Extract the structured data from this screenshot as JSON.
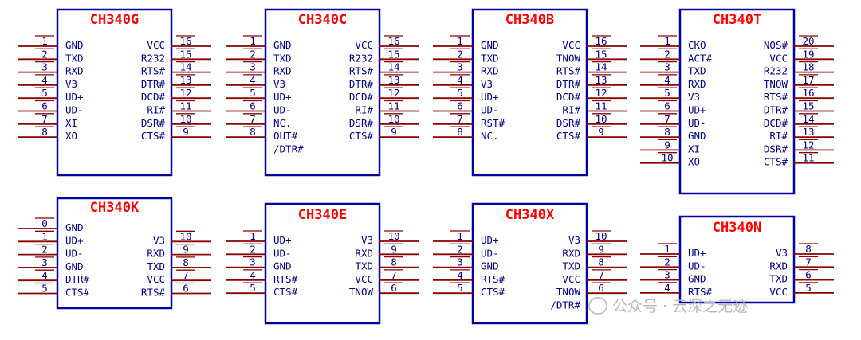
{
  "colors": {
    "title": "#ff0000",
    "text": "#000080",
    "pin": "#8b0000",
    "body": "#0000a0",
    "watermark": "#b8b8b8"
  },
  "chips": [
    {
      "title": "CH340G",
      "left": [
        {
          "num": "1",
          "name": "GND"
        },
        {
          "num": "2",
          "name": "TXD"
        },
        {
          "num": "3",
          "name": "RXD"
        },
        {
          "num": "4",
          "name": "V3"
        },
        {
          "num": "5",
          "name": "UD+"
        },
        {
          "num": "6",
          "name": "UD-"
        },
        {
          "num": "7",
          "name": "XI"
        },
        {
          "num": "8",
          "name": "XO"
        }
      ],
      "right": [
        {
          "num": "16",
          "name": "VCC"
        },
        {
          "num": "15",
          "name": "R232"
        },
        {
          "num": "14",
          "name": "RTS#"
        },
        {
          "num": "13",
          "name": "DTR#"
        },
        {
          "num": "12",
          "name": "DCD#"
        },
        {
          "num": "11",
          "name": "RI#"
        },
        {
          "num": "10",
          "name": "DSR#"
        },
        {
          "num": "9",
          "name": "CTS#"
        }
      ]
    },
    {
      "title": "CH340C",
      "left": [
        {
          "num": "1",
          "name": "GND"
        },
        {
          "num": "2",
          "name": "TXD"
        },
        {
          "num": "3",
          "name": "RXD"
        },
        {
          "num": "4",
          "name": "V3"
        },
        {
          "num": "5",
          "name": "UD+"
        },
        {
          "num": "6",
          "name": "UD-"
        },
        {
          "num": "7",
          "name": "NC."
        },
        {
          "num": "8",
          "name": "OUT#"
        }
      ],
      "right": [
        {
          "num": "16",
          "name": "VCC"
        },
        {
          "num": "15",
          "name": "R232"
        },
        {
          "num": "14",
          "name": "RTS#"
        },
        {
          "num": "13",
          "name": "DTR#"
        },
        {
          "num": "12",
          "name": "DCD#"
        },
        {
          "num": "11",
          "name": "RI#"
        },
        {
          "num": "10",
          "name": "DSR#"
        },
        {
          "num": "9",
          "name": "CTS#"
        }
      ],
      "extra": "/DTR#"
    },
    {
      "title": "CH340B",
      "left": [
        {
          "num": "1",
          "name": "GND"
        },
        {
          "num": "2",
          "name": "TXD"
        },
        {
          "num": "3",
          "name": "RXD"
        },
        {
          "num": "4",
          "name": "V3"
        },
        {
          "num": "5",
          "name": "UD+"
        },
        {
          "num": "6",
          "name": "UD-"
        },
        {
          "num": "7",
          "name": "RST#"
        },
        {
          "num": "8",
          "name": "NC."
        }
      ],
      "right": [
        {
          "num": "16",
          "name": "VCC"
        },
        {
          "num": "15",
          "name": "TNOW"
        },
        {
          "num": "14",
          "name": "RTS#"
        },
        {
          "num": "13",
          "name": "DTR#"
        },
        {
          "num": "12",
          "name": "DCD#"
        },
        {
          "num": "11",
          "name": "RI#"
        },
        {
          "num": "10",
          "name": "DSR#"
        },
        {
          "num": "9",
          "name": "CTS#"
        }
      ]
    },
    {
      "title": "CH340T",
      "left": [
        {
          "num": "1",
          "name": "CKO"
        },
        {
          "num": "2",
          "name": "ACT#"
        },
        {
          "num": "3",
          "name": "TXD"
        },
        {
          "num": "4",
          "name": "RXD"
        },
        {
          "num": "5",
          "name": "V3"
        },
        {
          "num": "6",
          "name": "UD+"
        },
        {
          "num": "7",
          "name": "UD-"
        },
        {
          "num": "8",
          "name": "GND"
        },
        {
          "num": "9",
          "name": "XI"
        },
        {
          "num": "10",
          "name": "XO"
        }
      ],
      "right": [
        {
          "num": "20",
          "name": "NOS#"
        },
        {
          "num": "19",
          "name": "VCC"
        },
        {
          "num": "18",
          "name": "R232"
        },
        {
          "num": "17",
          "name": "TNOW"
        },
        {
          "num": "16",
          "name": "RTS#"
        },
        {
          "num": "15",
          "name": "DTR#"
        },
        {
          "num": "14",
          "name": "DCD#"
        },
        {
          "num": "13",
          "name": "RI#"
        },
        {
          "num": "12",
          "name": "DSR#"
        },
        {
          "num": "11",
          "name": "CTS#"
        }
      ]
    },
    {
      "title": "CH340K",
      "left": [
        {
          "num": "0",
          "name": "GND"
        },
        {
          "num": "1",
          "name": "UD+"
        },
        {
          "num": "2",
          "name": "UD-"
        },
        {
          "num": "3",
          "name": "GND"
        },
        {
          "num": "4",
          "name": "DTR#"
        },
        {
          "num": "5",
          "name": "CTS#"
        }
      ],
      "right": [
        {
          "num": "",
          "name": ""
        },
        {
          "num": "10",
          "name": "V3"
        },
        {
          "num": "9",
          "name": "RXD"
        },
        {
          "num": "8",
          "name": "TXD"
        },
        {
          "num": "7",
          "name": "VCC"
        },
        {
          "num": "6",
          "name": "RTS#"
        }
      ]
    },
    {
      "title": "CH340E",
      "left": [
        {
          "num": "1",
          "name": "UD+"
        },
        {
          "num": "2",
          "name": "UD-"
        },
        {
          "num": "3",
          "name": "GND"
        },
        {
          "num": "4",
          "name": "RTS#"
        },
        {
          "num": "5",
          "name": "CTS#"
        }
      ],
      "right": [
        {
          "num": "10",
          "name": "V3"
        },
        {
          "num": "9",
          "name": "RXD"
        },
        {
          "num": "8",
          "name": "TXD"
        },
        {
          "num": "7",
          "name": "VCC"
        },
        {
          "num": "6",
          "name": "TNOW"
        }
      ]
    },
    {
      "title": "CH340X",
      "left": [
        {
          "num": "1",
          "name": "UD+"
        },
        {
          "num": "2",
          "name": "UD-"
        },
        {
          "num": "3",
          "name": "GND"
        },
        {
          "num": "4",
          "name": "RTS#"
        },
        {
          "num": "5",
          "name": "CTS#"
        }
      ],
      "right": [
        {
          "num": "10",
          "name": "V3"
        },
        {
          "num": "9",
          "name": "RXD"
        },
        {
          "num": "8",
          "name": "TXD"
        },
        {
          "num": "7",
          "name": "VCC"
        },
        {
          "num": "6",
          "name": "TNOW"
        }
      ],
      "extra": "/DTR#"
    },
    {
      "title": "CH340N",
      "left": [
        {
          "num": "1",
          "name": "UD+"
        },
        {
          "num": "2",
          "name": "UD-"
        },
        {
          "num": "3",
          "name": "GND"
        },
        {
          "num": "4",
          "name": "RTS#"
        }
      ],
      "right": [
        {
          "num": "8",
          "name": "V3"
        },
        {
          "num": "7",
          "name": "RXD"
        },
        {
          "num": "6",
          "name": "TXD"
        },
        {
          "num": "5",
          "name": "VCC"
        }
      ]
    }
  ],
  "watermark": {
    "text": "公众号 · 云深之无迹",
    "icon": "wechat-icon"
  }
}
